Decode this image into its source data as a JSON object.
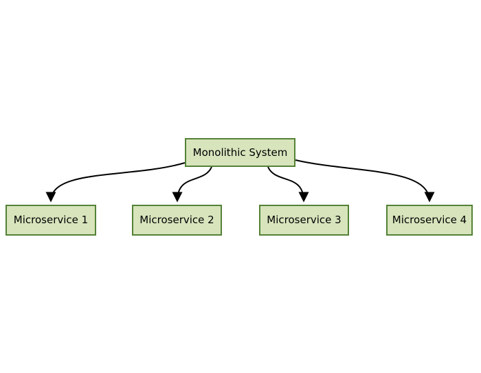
{
  "diagram": {
    "type": "flow-diagram",
    "root": {
      "id": "monolithic-system",
      "label": "Monolithic System"
    },
    "children": [
      {
        "id": "microservice-1",
        "label": "Microservice 1"
      },
      {
        "id": "microservice-2",
        "label": "Microservice 2"
      },
      {
        "id": "microservice-3",
        "label": "Microservice 3"
      },
      {
        "id": "microservice-4",
        "label": "Microservice 4"
      }
    ],
    "edges": [
      {
        "from": "monolithic-system",
        "to": "microservice-1"
      },
      {
        "from": "monolithic-system",
        "to": "microservice-2"
      },
      {
        "from": "monolithic-system",
        "to": "microservice-3"
      },
      {
        "from": "monolithic-system",
        "to": "microservice-4"
      }
    ],
    "colors": {
      "node_fill": "#d7e4bc",
      "node_border": "#538135",
      "arrow": "#000000",
      "background": "#ffffff",
      "text": "#000000"
    }
  }
}
